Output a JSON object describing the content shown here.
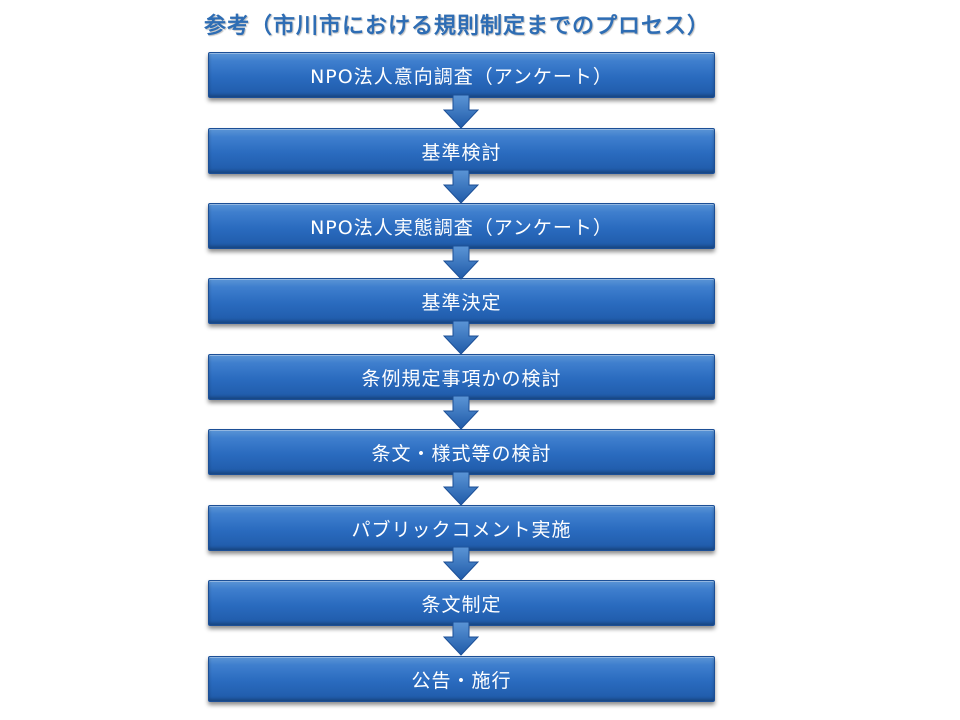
{
  "title": "参考（市川市における規則制定までのプロセス）",
  "steps": [
    "NPO法人意向調査（アンケート）",
    "基準検討",
    "NPO法人実態調査（アンケート）",
    "基準決定",
    "条例規定事項かの検討",
    "条文・様式等の検討",
    "パブリックコメント実施",
    "条文制定",
    "公告・施行"
  ],
  "colors": {
    "box": "#2a6bbf",
    "arrow": "#2f74c8",
    "title": "#2e6db4"
  }
}
